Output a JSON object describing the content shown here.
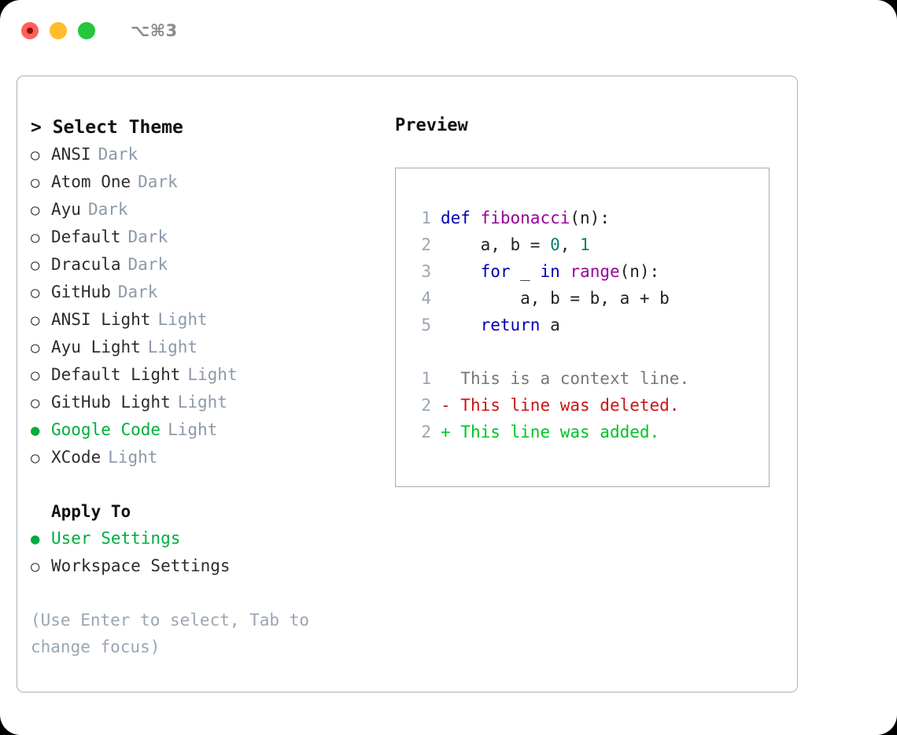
{
  "window": {
    "shortcut_badge": "⌥⌘3",
    "traffic_lights": [
      "close-red",
      "minimize-yellow",
      "zoom-green"
    ]
  },
  "theme_picker": {
    "heading": "> Select Theme",
    "items": [
      {
        "bullet": "○",
        "label": "ANSI",
        "tag": "Dark",
        "selected": false
      },
      {
        "bullet": "○",
        "label": "Atom One",
        "tag": "Dark",
        "selected": false
      },
      {
        "bullet": "○",
        "label": "Ayu",
        "tag": "Dark",
        "selected": false
      },
      {
        "bullet": "○",
        "label": "Default",
        "tag": "Dark",
        "selected": false
      },
      {
        "bullet": "○",
        "label": "Dracula",
        "tag": "Dark",
        "selected": false
      },
      {
        "bullet": "○",
        "label": "GitHub",
        "tag": "Dark",
        "selected": false
      },
      {
        "bullet": "○",
        "label": "ANSI Light",
        "tag": "Light",
        "selected": false
      },
      {
        "bullet": "○",
        "label": "Ayu Light",
        "tag": "Light",
        "selected": false
      },
      {
        "bullet": "○",
        "label": "Default Light",
        "tag": "Light",
        "selected": false
      },
      {
        "bullet": "○",
        "label": "GitHub Light",
        "tag": "Light",
        "selected": false
      },
      {
        "bullet": "●",
        "label": "Google Code",
        "tag": "Light",
        "selected": true
      },
      {
        "bullet": "○",
        "label": "XCode",
        "tag": "Light",
        "selected": false
      }
    ]
  },
  "apply_to": {
    "heading": "Apply To",
    "items": [
      {
        "bullet": "●",
        "label": "User Settings",
        "selected": true
      },
      {
        "bullet": "○",
        "label": "Workspace Settings",
        "selected": false
      }
    ]
  },
  "hint": "(Use Enter to select, Tab to change focus)",
  "preview": {
    "title": "Preview",
    "code_lines": [
      {
        "no": "1",
        "tokens": [
          {
            "t": "def",
            "c": "kw"
          },
          {
            "t": " ",
            "c": "plain"
          },
          {
            "t": "fibonacci",
            "c": "fn"
          },
          {
            "t": "(n):",
            "c": "plain"
          }
        ]
      },
      {
        "no": "2",
        "tokens": [
          {
            "t": "    a, b = ",
            "c": "plain"
          },
          {
            "t": "0",
            "c": "num"
          },
          {
            "t": ", ",
            "c": "plain"
          },
          {
            "t": "1",
            "c": "num"
          }
        ]
      },
      {
        "no": "3",
        "tokens": [
          {
            "t": "    ",
            "c": "plain"
          },
          {
            "t": "for",
            "c": "kw"
          },
          {
            "t": " _ ",
            "c": "plain"
          },
          {
            "t": "in",
            "c": "kw"
          },
          {
            "t": " ",
            "c": "plain"
          },
          {
            "t": "range",
            "c": "fn"
          },
          {
            "t": "(n):",
            "c": "plain"
          }
        ]
      },
      {
        "no": "4",
        "tokens": [
          {
            "t": "        a, b = b, a + b",
            "c": "plain"
          }
        ]
      },
      {
        "no": "5",
        "tokens": [
          {
            "t": "    ",
            "c": "plain"
          },
          {
            "t": "return",
            "c": "kw"
          },
          {
            "t": " a",
            "c": "plain"
          }
        ]
      }
    ],
    "diff_lines": [
      {
        "no": "1",
        "marker": "  ",
        "text": "This is a context line.",
        "kind": "ctx"
      },
      {
        "no": "2",
        "marker": "- ",
        "text": "This line was deleted.",
        "kind": "del"
      },
      {
        "no": "2",
        "marker": "+ ",
        "text": "This line was added.",
        "kind": "add"
      }
    ]
  },
  "colors": {
    "accent_green": "#00ad3c",
    "tag_gray": "#8d99aa",
    "keyword_blue": "#0000b3",
    "function_purple": "#990099",
    "number_teal": "#00806b",
    "diff_deleted_red": "#c81414",
    "diff_added_green": "#00c426",
    "panel_border": "#a8b2bf",
    "hint_gray": "#9aa5b4"
  }
}
